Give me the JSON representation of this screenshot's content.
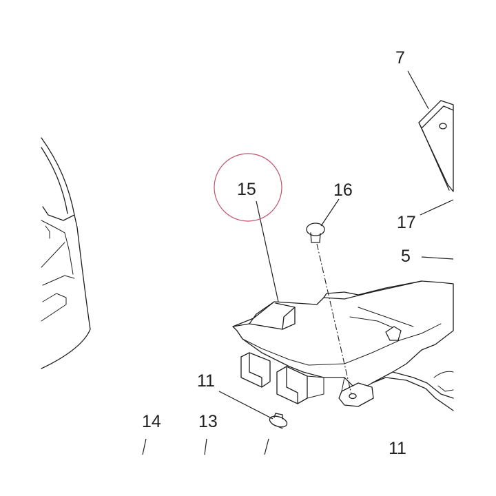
{
  "labels": {
    "p7": "7",
    "p15": "15",
    "p16": "16",
    "p17": "17",
    "p5": "5",
    "p11a": "11",
    "p14": "14",
    "p13": "13",
    "p11b": "11"
  },
  "highlight": {
    "target": "15",
    "color": "#c0506a"
  }
}
